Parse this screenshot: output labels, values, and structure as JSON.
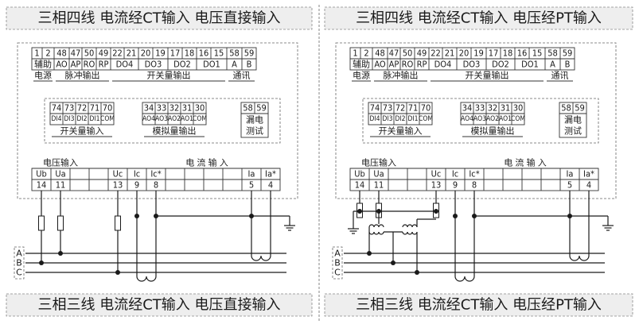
{
  "headers": {
    "top_left": "三相四线 电流经CT输入 电压直接输入",
    "top_right": "三相四线 电流经CT输入 电压经PT输入",
    "bottom_left": "三相三线 电流经CT输入 电压直接输入",
    "bottom_right": "三相三线 电流经CT输入 电压经PT输入"
  },
  "terminal_block": {
    "row1_numbers": [
      "1",
      "2",
      "48",
      "47",
      "50",
      "49",
      "22",
      "21",
      "20",
      "19",
      "17",
      "18",
      "16",
      "15",
      "58",
      "59"
    ],
    "row2_labels": [
      "辅助",
      "AO",
      "AP",
      "RO",
      "RP",
      "DO4",
      "DO3",
      "DO2",
      "DO1",
      "A",
      "B"
    ],
    "row3_labels": [
      "电源",
      "脉冲输出",
      "开关量输出",
      "通讯"
    ]
  },
  "io_block": {
    "numbers": [
      "74",
      "73",
      "72",
      "71",
      "70",
      "34",
      "33",
      "32",
      "31",
      "30",
      "58",
      "59"
    ],
    "labels": [
      "DI4",
      "DI3",
      "DI2",
      "DI1",
      "COM",
      "AO4",
      "AO3",
      "AO2",
      "AO1",
      "COM"
    ],
    "leak_labels": [
      "漏电",
      "测试"
    ],
    "group_labels": [
      "开关量输入",
      "模拟量输出"
    ]
  },
  "measure_block": {
    "group_labels": [
      "电压输入",
      "电 流 输 入"
    ],
    "labels": [
      "Ub",
      "Ua",
      "Uc",
      "Ic",
      "Ic*",
      "Ia",
      "Ia*"
    ],
    "numbers": [
      "14",
      "11",
      "13",
      "9",
      "8",
      "5",
      "4"
    ]
  },
  "phases": [
    "A",
    "B",
    "C"
  ],
  "colors": {
    "line": "#1a1a1a",
    "header_bg": "#eeeeee"
  }
}
